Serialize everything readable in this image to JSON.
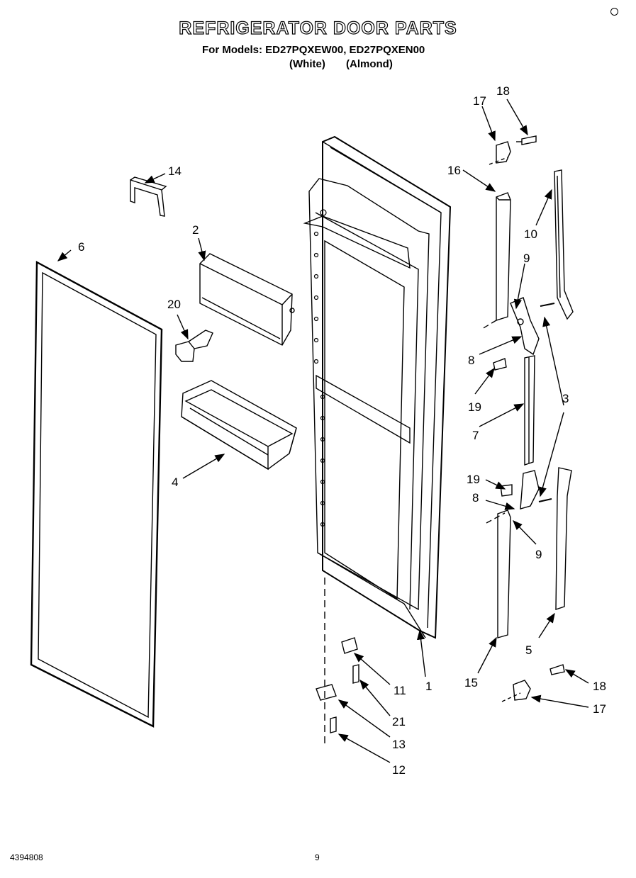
{
  "title": "REFRIGERATOR DOOR PARTS",
  "models_line": "For Models: ED27PQXEW00, ED27PQXEN00",
  "variants": {
    "white": "(White)",
    "almond": "(Almond)"
  },
  "callouts": {
    "c1": "1",
    "c2": "2",
    "c3": "3",
    "c4": "4",
    "c5": "5",
    "c6": "6",
    "c7": "7",
    "c8a": "8",
    "c8b": "8",
    "c9a": "9",
    "c9b": "9",
    "c10": "10",
    "c11": "11",
    "c12": "12",
    "c13": "13",
    "c14": "14",
    "c15": "15",
    "c16": "16",
    "c17a": "17",
    "c17b": "17",
    "c18a": "18",
    "c18b": "18",
    "c19a": "19",
    "c19b": "19",
    "c20": "20",
    "c21": "21"
  },
  "doc_number": "4394808",
  "page_number": "9"
}
